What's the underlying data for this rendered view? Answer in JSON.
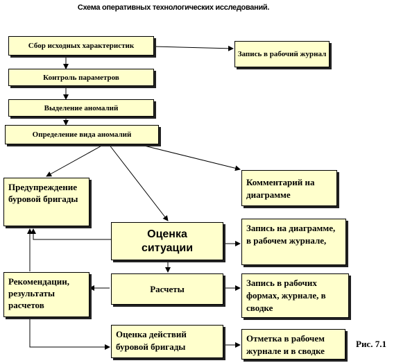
{
  "title": "Схема оперативных технологических исследований.",
  "figure_label": "Рис. 7.1",
  "boxes": {
    "sbor": "Сбор исходных характеристик",
    "zapis_journal": "Запись в рабочий журнал",
    "kontrol": "Контроль параметров",
    "vydelenie": "Выделение аномалий",
    "opredelenie": "Определение вида аномалий",
    "preduprezhdenie": "Предупреждение буровой бригады",
    "kommentariy": "Комментарий на диаграмме",
    "ocenka_situacii": "Оценка ситуации",
    "zapis_diagramma": "Запись на диаграмме, в рабочем журнале,",
    "rekomendacii": "Рекомендации, результаты расчетов",
    "raschety": "Расчеты",
    "zapis_formy": "Запись в рабочих формах, журнале, в сводке",
    "ocenka_deystviy": "Оценка действий буровой бригады",
    "otmetka": "Отметка в рабочем журнале и в сводке"
  }
}
